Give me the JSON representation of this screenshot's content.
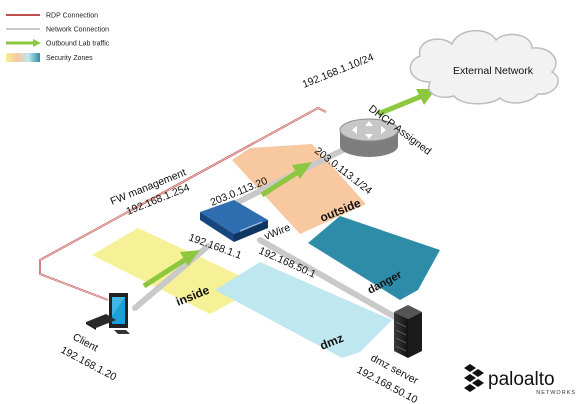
{
  "legend": {
    "rdp": "RDP Connection",
    "network": "Network Connection",
    "outbound": "Outbound Lab traffic",
    "zones": "Security Zones"
  },
  "cloud_label": "External Network",
  "router": {
    "ip": "192.168.1.10/24",
    "dhcp": "DHCP Assigned"
  },
  "firewall": {
    "mgmt_title": "FW management",
    "mgmt_ip": "192.168.1.254",
    "outside_ip": "203.0.113.20",
    "inside_ip": "192.168.1.1",
    "vwire": "vWire",
    "dmz_ip": "192.168.50.1"
  },
  "gateway_ip": "203.0.113.1/24",
  "zones": {
    "outside": "outside",
    "inside": "inside",
    "danger": "danger",
    "dmz": "dmz"
  },
  "client": {
    "title": "Client",
    "ip": "192.168.1.20"
  },
  "server": {
    "title": "dmz server",
    "ip": "192.168.50.10"
  },
  "brand": {
    "name": "paloalto",
    "sub": "NETWORKS"
  },
  "colors": {
    "rdp": "#c0504d",
    "network": "#c9c9c9",
    "outbound": "#8dc63f",
    "outside_zone": "#f8c8a0",
    "inside_zone": "#f6f096",
    "danger_zone": "#2f8ca8",
    "dmz_zone": "#bfe7ef",
    "firewall": "#1e5a9c"
  }
}
